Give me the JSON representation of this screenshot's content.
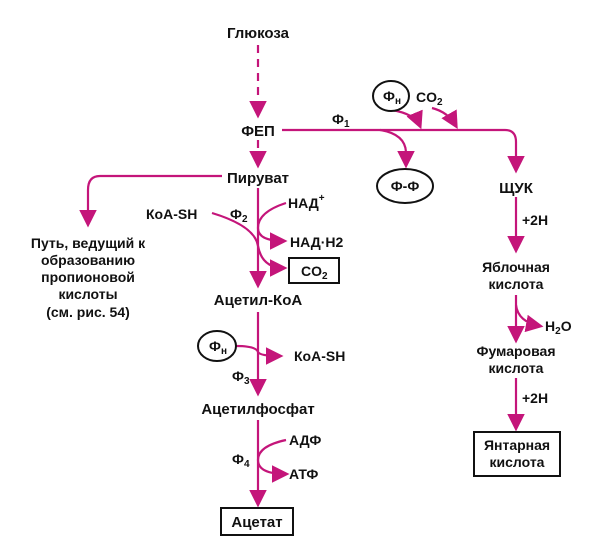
{
  "colors": {
    "arrow": "#c4157a",
    "text": "#111111",
    "background": "#ffffff"
  },
  "nodes": {
    "glucose": "Глюкоза",
    "pep": "ФЕП",
    "pyruvate": "Пируват",
    "coa_sh_in": "КоА-SH",
    "nad_plus": "НАД",
    "nad_plus_sup": "+",
    "nadh": "НАД·Н2",
    "co2_pyr": "CO",
    "co2_pyr_sub": "2",
    "acetyl_coa": "Ацетил-КоА",
    "coa_sh_out": "КоА-SH",
    "fn2": "Ф",
    "fn2_sub": "н",
    "acetyl_phosphate": "Ацетилфосфат",
    "adp": "АДФ",
    "atp": "АТФ",
    "acetate": "Ацетат",
    "fn1": "Ф",
    "fn1_sub": "н",
    "co2_top": "CO",
    "co2_top_sub": "2",
    "ff": "Ф-Ф",
    "oaa": "ЩУК",
    "plus2h_1": "+2Н",
    "malic_1": "Яблочная",
    "malic_2": "кислота",
    "h2o": "Н",
    "h2o_sub": "2",
    "h2o_o": "О",
    "fumaric_1": "Фумаровая",
    "fumaric_2": "кислота",
    "plus2h_2": "+2Н",
    "succinic_1": "Янтарная",
    "succinic_2": "кислота",
    "side_1": "Путь,  ведущий к",
    "side_2": "образованию",
    "side_3": "пропионовой",
    "side_4": "кислоты",
    "side_5": "(см. рис. 54)"
  },
  "enzymes": {
    "f1": "Ф",
    "f1_sub": "1",
    "f2": "Ф",
    "f2_sub": "2",
    "f3": "Ф",
    "f3_sub": "3",
    "f4": "Ф",
    "f4_sub": "4"
  }
}
